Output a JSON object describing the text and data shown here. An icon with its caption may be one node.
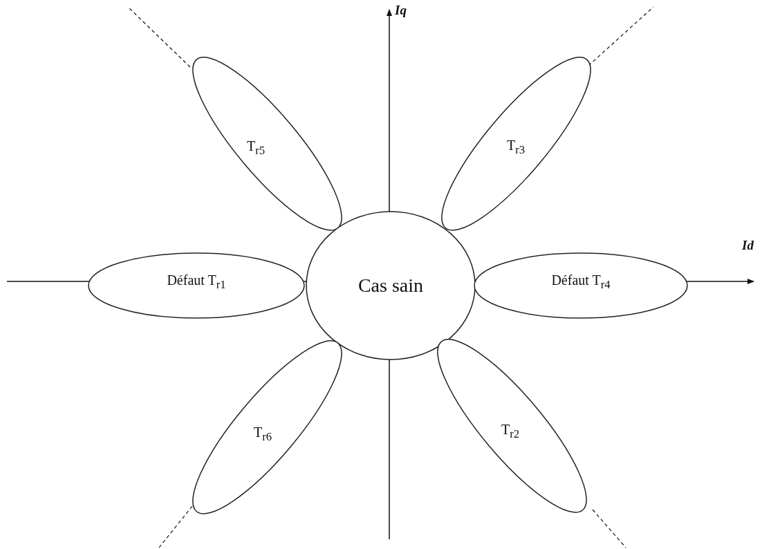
{
  "diagram": {
    "nodes": [
      {
        "text": [
          "T$_{r5}$"
        ]
      },
      {
        "text": [
          "T$_{r3}$"
        ]
      },
      {
        "text": [
          "Défaut T$_{r1}$"
        ]
      },
      {
        "text": [
          "Cas sain"
        ]
      },
      {
        "text": [
          "Défaut T$_{r4}$"
        ]
      },
      {
        "text": [
          "T$_{r6}$"
        ]
      },
      {
        "text": [
          "T$_{r2}$"
        ]
      }
    ],
    "labels": [
      "Iq",
      "Id"
    ]
  }
}
